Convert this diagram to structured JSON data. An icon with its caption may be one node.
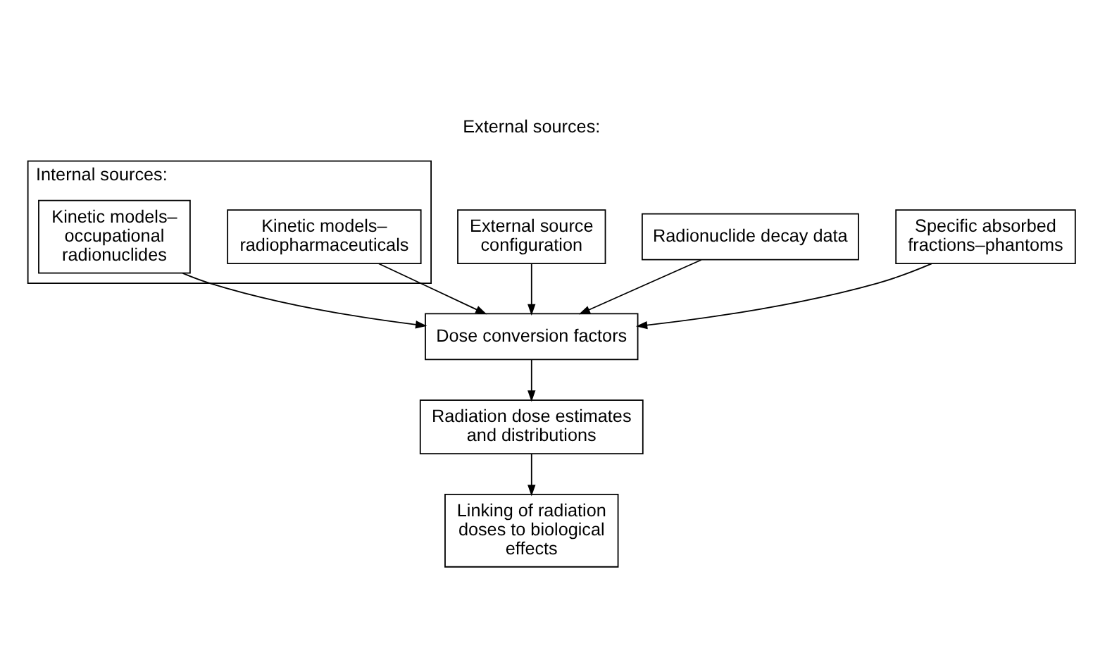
{
  "diagram": {
    "nodes": [
      {
        "text": [
          "Internal sources:"
        ]
      },
      {
        "text": [
          "Kinetic models– radiopharmaceuticals"
        ],
        "in": 0
      },
      {
        "text": [
          "Kinetic models– occupational radionuclides"
        ],
        "in": 0
      },
      {
        "text": [
          "External source configuration"
        ]
      },
      {
        "text": [
          "Radionuclide decay data"
        ]
      },
      {
        "text": [
          "Specific absorbed fractions–phantoms"
        ]
      },
      {
        "text": [
          "Dose conversion factors"
        ]
      },
      {
        "text": [
          "Radiation dose estimates and distributions"
        ]
      },
      {
        "text": [
          "Linking of radiation doses to biological effects"
        ]
      }
    ],
    "edges": [
      {
        "from": 1,
        "to": 6,
        "arrow": "to"
      },
      {
        "from": 2,
        "to": 6,
        "arrow": "to"
      },
      {
        "from": 3,
        "to": 6,
        "arrow": "to"
      },
      {
        "from": 4,
        "to": 6,
        "arrow": "to"
      },
      {
        "from": 5,
        "to": 6,
        "arrow": "to"
      },
      {
        "from": 6,
        "to": 7,
        "arrow": "to"
      },
      {
        "from": 7,
        "to": 8,
        "arrow": "to"
      }
    ],
    "labels": [
      "External sources:"
    ]
  }
}
